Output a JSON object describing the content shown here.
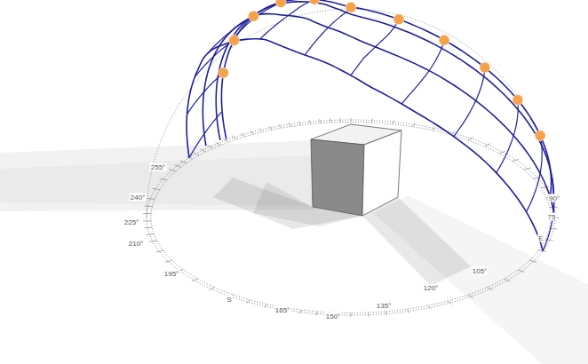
{
  "diagram": {
    "labels": [
      "255°",
      "240°",
      "225°",
      "210°",
      "195°",
      "S",
      "165°",
      "150°",
      "135°",
      "120°",
      "105°",
      "E",
      "75",
      "90°"
    ]
  }
}
